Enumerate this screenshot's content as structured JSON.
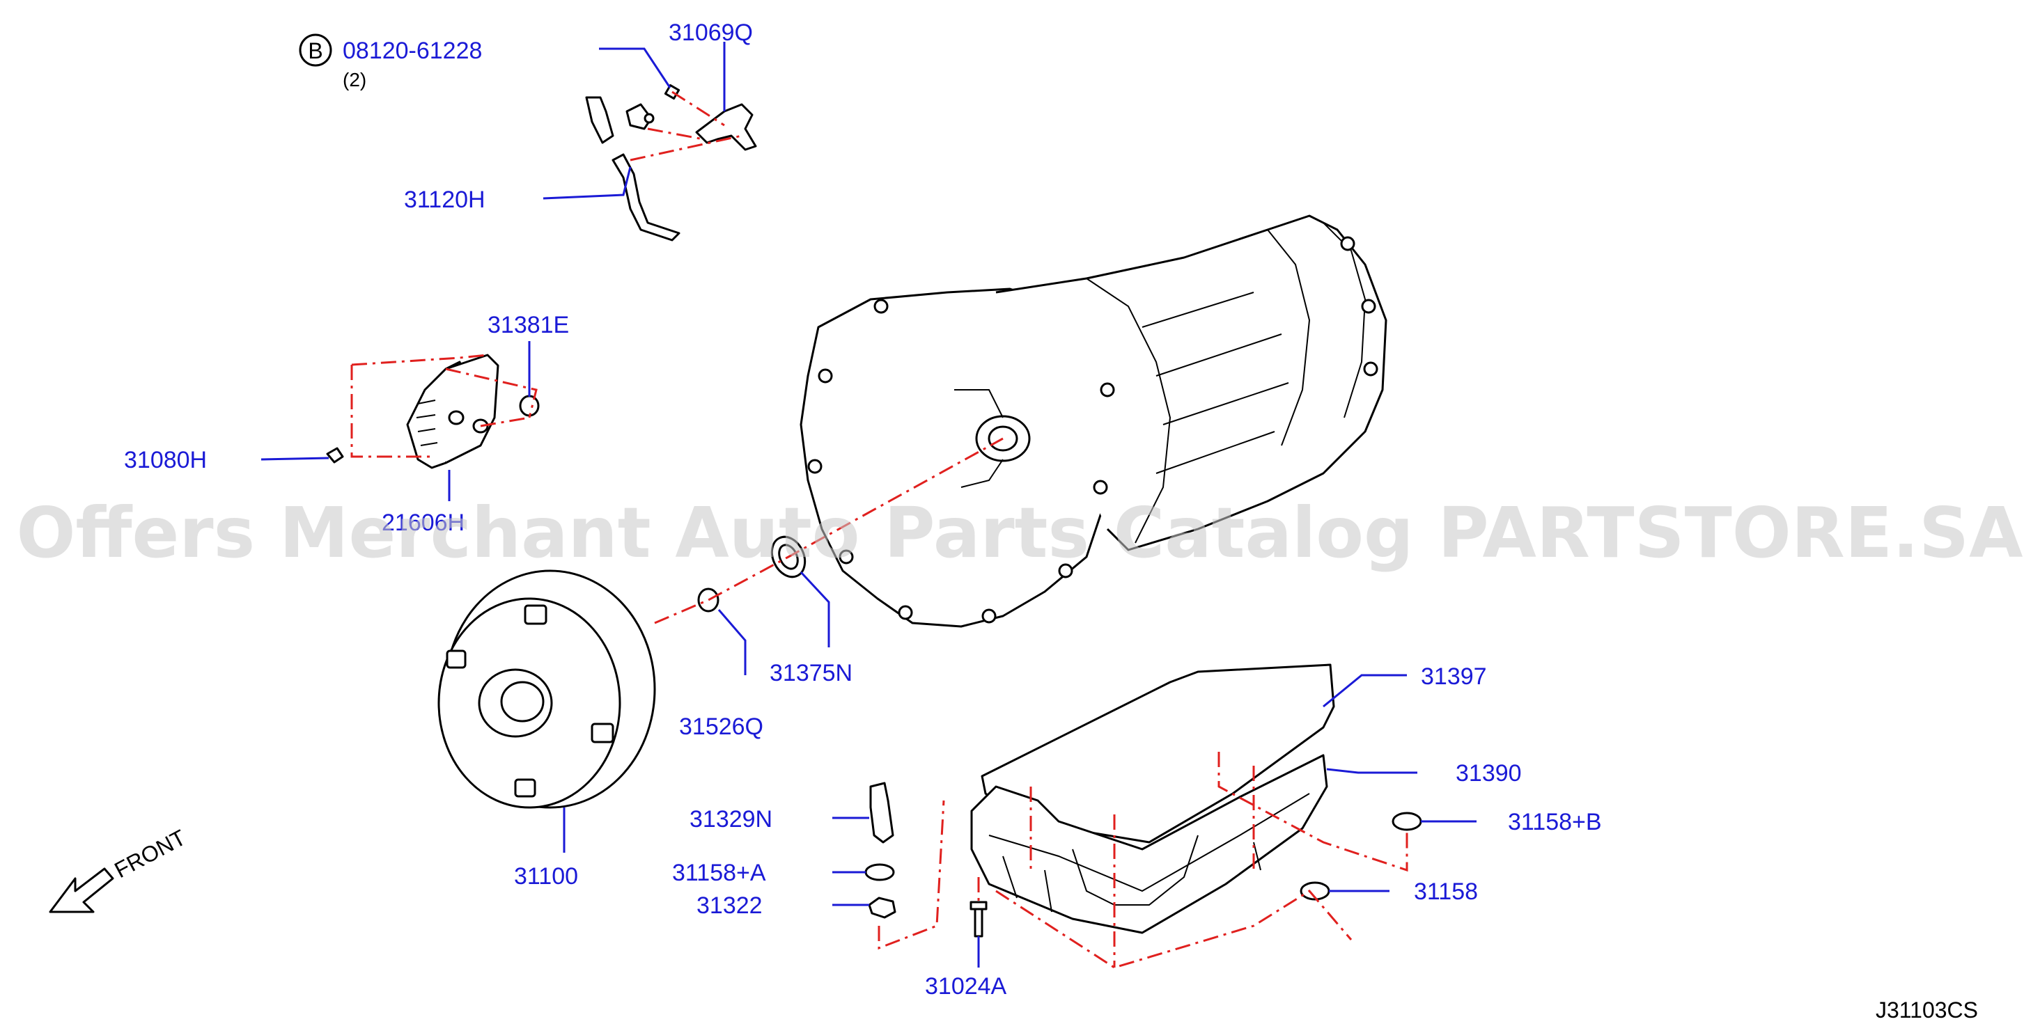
{
  "diagram_code": "J31103CS",
  "watermark": "Offers Merchant Auto Parts Catalog PARTSTORE.SA",
  "front_label": "FRONT",
  "bolt_callout": {
    "symbol": "B",
    "part_no": "08120-61228",
    "qty": "(2)"
  },
  "parts": {
    "p31069Q": "31069Q",
    "p31120H": "31120H",
    "p31381E": "31381E",
    "p31080H": "31080H",
    "p21606H": "21606H",
    "p31375N": "31375N",
    "p31526Q": "31526Q",
    "p31100": "31100",
    "p31397": "31397",
    "p31390": "31390",
    "p31329N": "31329N",
    "p31158A": "31158+A",
    "p31158B": "31158+B",
    "p31322": "31322",
    "p31158": "31158",
    "p31024A": "31024A"
  },
  "colors": {
    "label": "#1a1ad6",
    "dash": "#e0201e",
    "line": "#000000",
    "watermark": "#c8c8c8"
  }
}
